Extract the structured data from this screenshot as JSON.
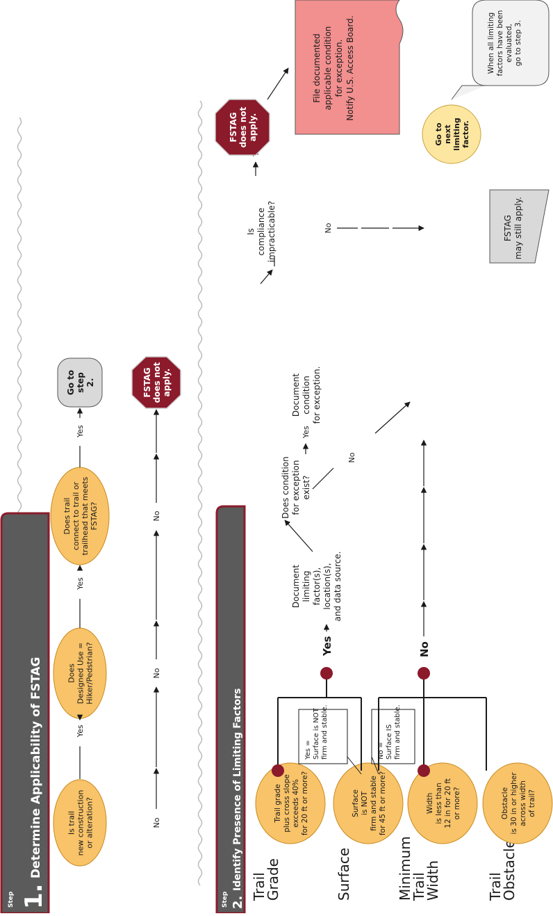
{
  "colors": {
    "header_bg": "#5b5b5b",
    "header_border": "#8a1c2b",
    "question_fill": "#f8c369",
    "question_stroke": "#c98a1e",
    "goto_fill": "#d9d9d9",
    "stop_fill": "#8b1a2b",
    "outcome_fill": "#f28f8f",
    "next_fill": "#fde7a0",
    "dot_fill": "#8b1a2b"
  },
  "step1": {
    "step_word": "Step",
    "number": "1.",
    "title": "Determine Applicability of FSTAG",
    "q1": [
      "Is trail",
      "new construction",
      "or alteration?"
    ],
    "q2": [
      "Does",
      "Designed Use =",
      "Hiker/Pedstrian?"
    ],
    "q3": [
      "Does trail",
      "connect to trail or",
      "trailhead that meets",
      "FSTAG?"
    ],
    "yes": "Yes",
    "no": "No",
    "goto": [
      "Go to",
      "step",
      "2."
    ],
    "stop": [
      "FSTAG",
      "does not",
      "apply."
    ]
  },
  "step2": {
    "step_word": "Step",
    "number": "2.",
    "title": "Identify Presence of Limiting Factors",
    "factors": [
      {
        "label": [
          "Trail",
          "Grade"
        ],
        "question": [
          "Trail grade",
          "plus cross slope",
          "exceeds 40%",
          "for 20 ft or more?"
        ]
      },
      {
        "label": [
          "Surface"
        ],
        "question": [
          "Surface",
          "is NOT",
          "firm and stable",
          "for 45 ft or more?"
        ]
      },
      {
        "label": [
          "Minimum",
          "Trail",
          "Width"
        ],
        "question": [
          "Width",
          "is less than",
          "12 in for 20 ft",
          "or more?"
        ]
      },
      {
        "label": [
          "Trail",
          "Obstacle"
        ],
        "question": [
          "Obstacle",
          "is 30 in or higher",
          "across width",
          "of trail?"
        ]
      }
    ],
    "note_yes": [
      "Yes =",
      "Surface is NOT",
      "firm and stable."
    ],
    "note_no": [
      "No =",
      "Surface IS",
      "firm and stable."
    ],
    "yes_main": "Yes",
    "no_main": "No",
    "yes": "Yes",
    "no": "No",
    "document_limiting": [
      "Document",
      "limiting",
      "factor(s),",
      "location(s),",
      "and data source."
    ],
    "q_exception": [
      "Does condition",
      "for exception",
      "exist?"
    ],
    "document_condition": [
      "Document",
      "condition",
      "for exception."
    ],
    "q_impracticable": [
      "Is",
      "compliance",
      "impracticable?"
    ],
    "stop": [
      "FSTAG",
      "does not",
      "apply."
    ],
    "file_doc": [
      "File documented",
      "applicable condition",
      "for exception.",
      "Notify U.S. Access Board."
    ],
    "may_apply": [
      "FSTAG",
      "may still apply."
    ],
    "next_factor": [
      "Go to",
      "next",
      "limiting",
      "factor."
    ],
    "callout": [
      "When all limiting",
      "factors have been",
      "evaluated,",
      "go to step 3."
    ]
  }
}
